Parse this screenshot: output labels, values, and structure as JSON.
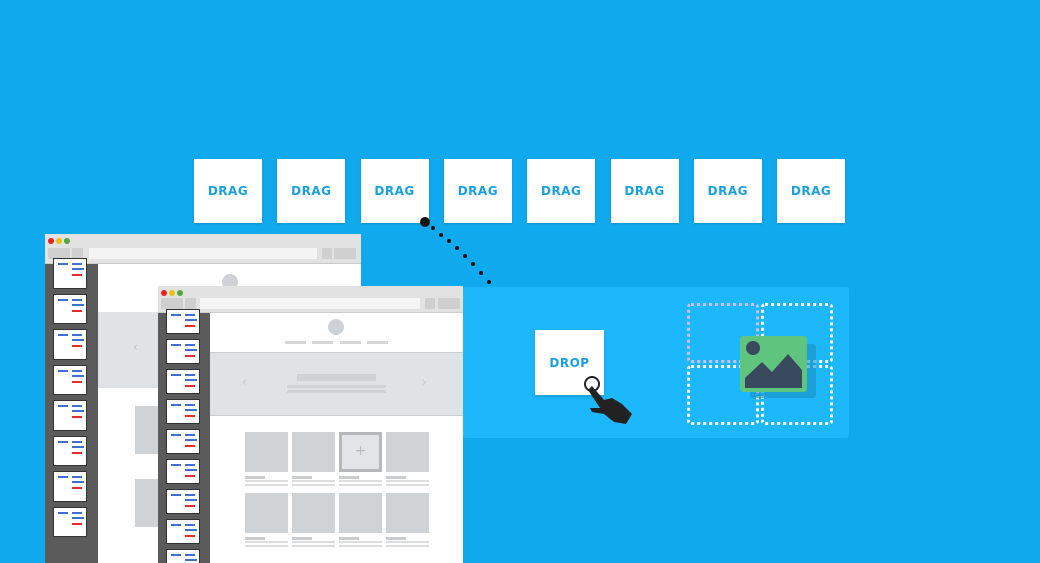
{
  "drag_tiles": [
    "DRAG",
    "DRAG",
    "DRAG",
    "DRAG",
    "DRAG",
    "DRAG",
    "DRAG",
    "DRAG"
  ],
  "drop_tile": "DROP",
  "colors": {
    "background": "#10a9ee",
    "drop_panel": "#1cb8fb",
    "tile_text": "#1aa0e0",
    "image_green": "#5fc47e",
    "image_dark": "#3a4a5e"
  },
  "icons": [
    "hand-pointer-icon",
    "image-icon",
    "plus-icon",
    "chevron-left-icon",
    "chevron-right-icon"
  ],
  "front_window": {
    "plus": "+",
    "prev": "‹",
    "next": "›"
  },
  "back_window": {
    "prev": "‹"
  }
}
